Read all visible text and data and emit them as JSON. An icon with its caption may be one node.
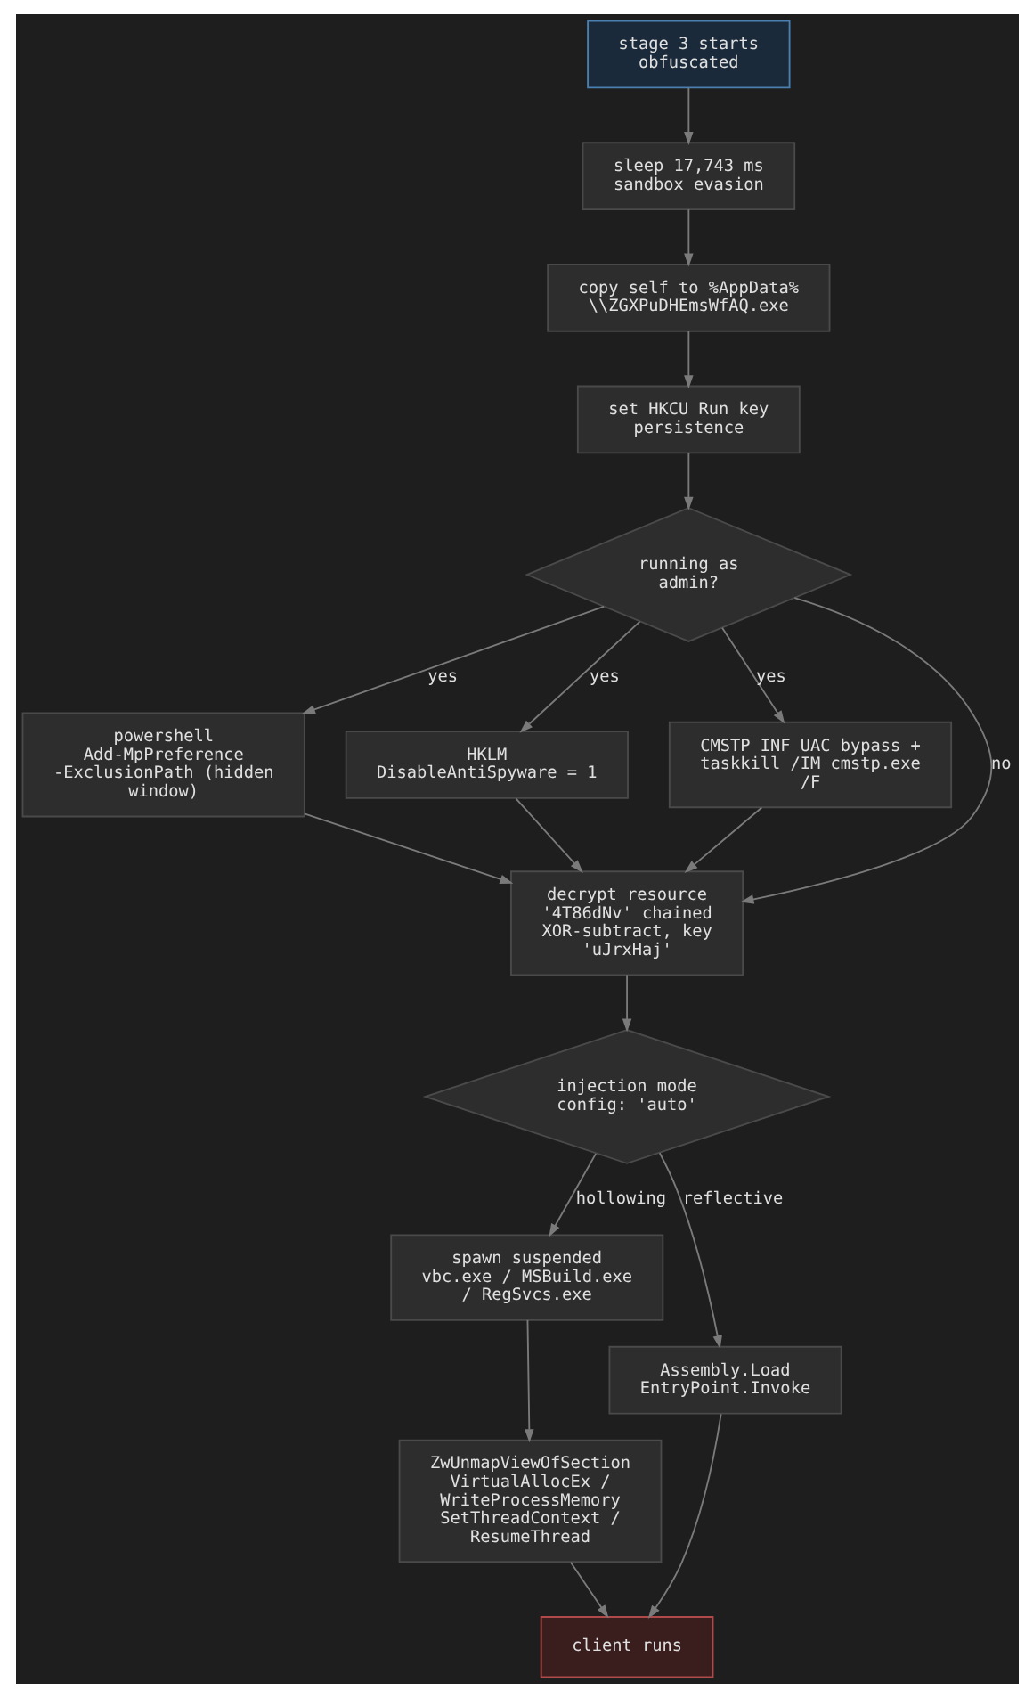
{
  "diagram": {
    "nodes": [
      {
        "text": [
          "stage 3 starts obfuscated"
        ]
      },
      {
        "text": [
          "sleep 17,743 ms sandbox evasion"
        ]
      },
      {
        "text": [
          "copy self to %AppData%\\\\ZGXPuDHEmsWfAQ.exe"
        ]
      },
      {
        "text": [
          "set HKCU Run key persistence"
        ]
      },
      {
        "text": [
          "running as admin?"
        ]
      },
      {
        "text": [
          "powershell Add-MpPreference -ExclusionPath (hidden window)"
        ]
      },
      {
        "text": [
          "HKLM DisableAntiSpyware = 1"
        ]
      },
      {
        "text": [
          "CMSTP INF UAC bypass + taskkill /IM cmstp.exe /F"
        ]
      },
      {
        "text": [
          "decrypt resource '4T86dNv' chained XOR-subtract, key 'uJrxHaj'"
        ]
      },
      {
        "text": [
          "injection mode config: 'auto'"
        ]
      },
      {
        "text": [
          "spawn suspended vbc.exe / MSBuild.exe / RegSvcs.exe"
        ]
      },
      {
        "text": [
          "Assembly.Load EntryPoint.Invoke"
        ]
      },
      {
        "text": [
          "ZwUnmapViewOfSection VirtualAllocEx / WriteProcessMemory SetThreadContext / ResumeThread"
        ]
      },
      {
        "text": [
          "client runs"
        ]
      }
    ],
    "edges": [
      {
        "from": 0,
        "to": 1,
        "arrow": "to"
      },
      {
        "from": 1,
        "to": 2,
        "arrow": "to"
      },
      {
        "from": 2,
        "to": 3,
        "arrow": "to"
      },
      {
        "from": 3,
        "to": 4,
        "arrow": "to"
      },
      {
        "from": 4,
        "to": 8,
        "arrow": "to",
        "label": "no"
      },
      {
        "from": 4,
        "to": 5,
        "arrow": "to",
        "label": "yes"
      },
      {
        "from": 4,
        "to": 6,
        "arrow": "to",
        "label": "yes"
      },
      {
        "from": 4,
        "to": 7,
        "arrow": "to",
        "label": "yes"
      },
      {
        "from": 5,
        "to": 8,
        "arrow": "to"
      },
      {
        "from": 6,
        "to": 8,
        "arrow": "to"
      },
      {
        "from": 7,
        "to": 8,
        "arrow": "to"
      },
      {
        "from": 8,
        "to": 9,
        "arrow": "to"
      },
      {
        "from": 9,
        "to": 11,
        "arrow": "to",
        "label": "reflective"
      },
      {
        "from": 9,
        "to": 10,
        "arrow": "to",
        "label": "hollowing"
      },
      {
        "from": 10,
        "to": 12,
        "arrow": "to"
      },
      {
        "from": 11,
        "to": 13,
        "arrow": "to"
      },
      {
        "from": 12,
        "to": 13,
        "arrow": "to"
      }
    ]
  }
}
